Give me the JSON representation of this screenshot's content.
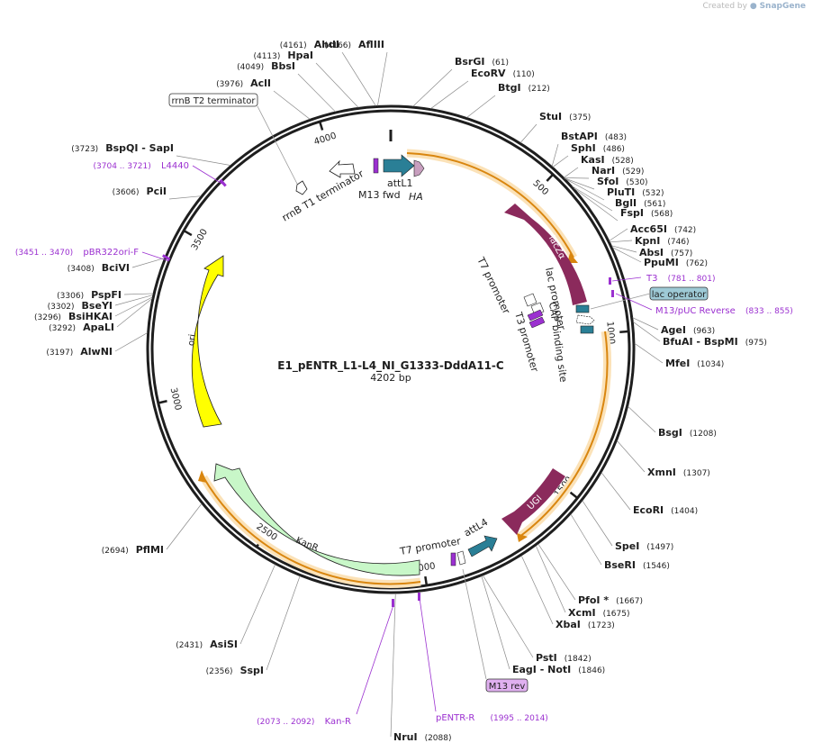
{
  "credit": {
    "prefix": "Created by",
    "brand": "SnapGene"
  },
  "plasmid": {
    "name": "E1_pENTR_L1-L4_NI_G1333-DddA11-C",
    "size_label": "4202 bp",
    "length": 4202
  },
  "colors": {
    "backbone": "#1e1e1e",
    "attL": "#2a7f96",
    "lacZ": "#8b2a5c",
    "UGI": "#8b2a5c",
    "kanR": "#c8f7c8",
    "ori": "#ffff00",
    "primer": "#9b30d0",
    "orange_arc": "#d9860f",
    "promoter": "#ffffff"
  },
  "ticks": [
    {
      "label": "500",
      "pos": 500
    },
    {
      "label": "1000",
      "pos": 1000
    },
    {
      "label": "1500",
      "pos": 1500
    },
    {
      "label": "2000",
      "pos": 2000
    },
    {
      "label": "2500",
      "pos": 2500
    },
    {
      "label": "3000",
      "pos": 3000
    },
    {
      "label": "3500",
      "pos": 3500
    },
    {
      "label": "4000",
      "pos": 4000
    }
  ],
  "enzymes": [
    {
      "name": "AflIII",
      "loc": "(4166)",
      "pos": 4166
    },
    {
      "name": "BsrGI",
      "loc": "(61)",
      "pos": 61
    },
    {
      "name": "EcoRV",
      "loc": "(110)",
      "pos": 110
    },
    {
      "name": "BtgI",
      "loc": "(212)",
      "pos": 212
    },
    {
      "name": "StuI",
      "loc": "(375)",
      "pos": 375
    },
    {
      "name": "BstAPI",
      "loc": "(483)",
      "pos": 483
    },
    {
      "name": "SphI",
      "loc": "(486)",
      "pos": 486
    },
    {
      "name": "KasI",
      "loc": "(528)",
      "pos": 528
    },
    {
      "name": "NarI",
      "loc": "(529)",
      "pos": 529
    },
    {
      "name": "SfoI",
      "loc": "(530)",
      "pos": 530
    },
    {
      "name": "PluTI",
      "loc": "(532)",
      "pos": 532
    },
    {
      "name": "BglI",
      "loc": "(561)",
      "pos": 561
    },
    {
      "name": "FspI",
      "loc": "(568)",
      "pos": 568
    },
    {
      "name": "Acc65I",
      "loc": "(742)",
      "pos": 742
    },
    {
      "name": "KpnI",
      "loc": "(746)",
      "pos": 746
    },
    {
      "name": "AbsI",
      "loc": "(757)",
      "pos": 757
    },
    {
      "name": "PpuMI",
      "loc": "(762)",
      "pos": 762
    },
    {
      "name": "AgeI",
      "loc": "(963)",
      "pos": 963
    },
    {
      "name": "BfuAI - BspMI",
      "loc": "(975)",
      "pos": 975
    },
    {
      "name": "MfeI",
      "loc": "(1034)",
      "pos": 1034
    },
    {
      "name": "BsgI",
      "loc": "(1208)",
      "pos": 1208
    },
    {
      "name": "XmnI",
      "loc": "(1307)",
      "pos": 1307
    },
    {
      "name": "EcoRI",
      "loc": "(1404)",
      "pos": 1404
    },
    {
      "name": "SpeI",
      "loc": "(1497)",
      "pos": 1497
    },
    {
      "name": "BseRI",
      "loc": "(1546)",
      "pos": 1546
    },
    {
      "name": "PfoI *",
      "loc": "(1667)",
      "pos": 1667
    },
    {
      "name": "XcmI",
      "loc": "(1675)",
      "pos": 1675
    },
    {
      "name": "XbaI",
      "loc": "(1723)",
      "pos": 1723
    },
    {
      "name": "PstI",
      "loc": "(1842)",
      "pos": 1842
    },
    {
      "name": "EagI - NotI",
      "loc": "(1846)",
      "pos": 1846
    },
    {
      "name": "NruI",
      "loc": "(2088)",
      "pos": 2088
    },
    {
      "name": "SspI",
      "loc": "(2356)",
      "pos": 2356
    },
    {
      "name": "AsiSI",
      "loc": "(2431)",
      "pos": 2431
    },
    {
      "name": "PflMI",
      "loc": "(2694)",
      "pos": 2694
    },
    {
      "name": "AlwNI",
      "loc": "(3197)",
      "pos": 3197
    },
    {
      "name": "ApaLI",
      "loc": "(3292)",
      "pos": 3292
    },
    {
      "name": "BsiHKAI",
      "loc": "(3296)",
      "pos": 3296
    },
    {
      "name": "BseYI",
      "loc": "(3302)",
      "pos": 3302
    },
    {
      "name": "PspFI",
      "loc": "(3306)",
      "pos": 3306
    },
    {
      "name": "BciVI",
      "loc": "(3408)",
      "pos": 3408
    },
    {
      "name": "PciI",
      "loc": "(3606)",
      "pos": 3606
    },
    {
      "name": "BspQI - SapI",
      "loc": "(3723)",
      "pos": 3723
    },
    {
      "name": "AclI",
      "loc": "(3976)",
      "pos": 3976
    },
    {
      "name": "BbsI",
      "loc": "(4049)",
      "pos": 4049
    },
    {
      "name": "HpaI",
      "loc": "(4113)",
      "pos": 4113
    },
    {
      "name": "AhdI",
      "loc": "(4161)",
      "pos": 4161
    }
  ],
  "primers": [
    {
      "name": "T3",
      "loc": "(781 .. 801)"
    },
    {
      "name": "M13/pUC Reverse",
      "loc": "(833 .. 855)"
    },
    {
      "name": "L4440",
      "loc": "(3704 .. 3721)"
    },
    {
      "name": "pBR322ori-F",
      "loc": "(3451 .. 3470)"
    },
    {
      "name": "Kan-R",
      "loc": "(2073 .. 2092)"
    },
    {
      "name": "pENTR-R",
      "loc": "(1995 .. 2014)"
    }
  ],
  "boxed_labels": {
    "lac_operator": "lac operator",
    "m13_rev": "M13 rev",
    "rrnb_t2": "rrnB T2 terminator"
  },
  "features": {
    "attL1": "attL1",
    "ha": "HA",
    "m13_fwd": "M13 fwd",
    "rrnb_t1": "rrnB T1 terminator",
    "lacZa": "lacZα",
    "t7_promoter_top": "T7 promoter",
    "lac_promoter": "lac promoter",
    "cap_site": "CAP binding site",
    "t3_promoter": "T3 promoter",
    "ugi": "UGI",
    "attL4": "attL4",
    "t7_promoter_bottom": "T7 promoter",
    "kanR": "KanR",
    "ori": "ori"
  }
}
